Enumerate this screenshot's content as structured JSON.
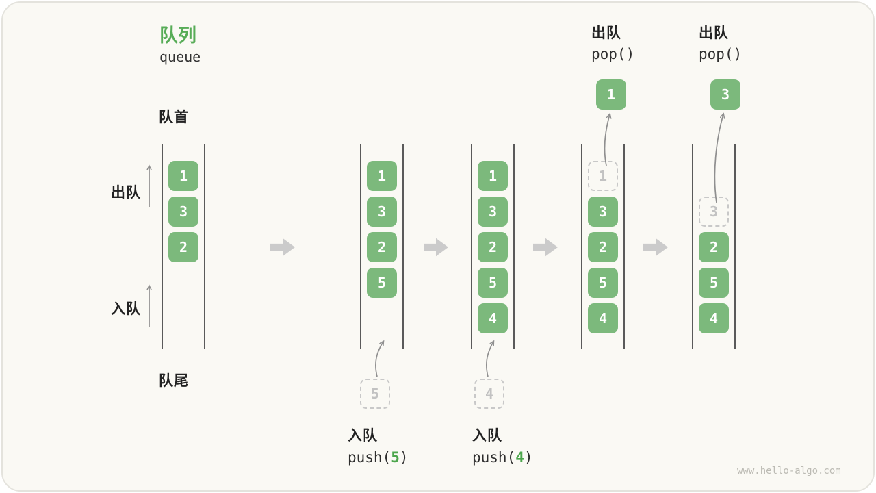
{
  "colors": {
    "card_bg": "#FAF9F4",
    "card_border": "#E4E3DD",
    "box_green": "#7CB97C",
    "title_green": "#57AC57",
    "code_arg_green": "#4CA64C",
    "ghost_border": "#C8C8C8",
    "ghost_text": "#C2C2C2",
    "wall_line": "#5A5A5A",
    "curve_arrow": "#8F8F8F",
    "block_arrow": "#CBCBCB",
    "text_dark": "#222222",
    "watermark_gray": "#BCBBB4"
  },
  "title": {
    "zh": "队列",
    "en": "queue"
  },
  "labels": {
    "front": "队首",
    "rear": "队尾",
    "dequeue": "出队",
    "enqueue": "入队"
  },
  "states": [
    {
      "items": [
        "1",
        "3",
        "2"
      ]
    },
    {
      "items": [
        "1",
        "3",
        "2",
        "5"
      ],
      "incoming": "5",
      "op": {
        "zh": "入队",
        "code_open": "push(",
        "arg": "5",
        "code_close": ")"
      }
    },
    {
      "items": [
        "1",
        "3",
        "2",
        "5",
        "4"
      ],
      "incoming": "4",
      "op": {
        "zh": "入队",
        "code_open": "push(",
        "arg": "4",
        "code_close": ")"
      }
    },
    {
      "ghost": "1",
      "items": [
        "3",
        "2",
        "5",
        "4"
      ],
      "popped": "1",
      "op": {
        "zh": "出队",
        "code": "pop()"
      }
    },
    {
      "ghost": "3",
      "items": [
        "2",
        "5",
        "4"
      ],
      "popped": "3",
      "op": {
        "zh": "出队",
        "code": "pop()"
      }
    }
  ],
  "watermark": "www.hello-algo.com"
}
